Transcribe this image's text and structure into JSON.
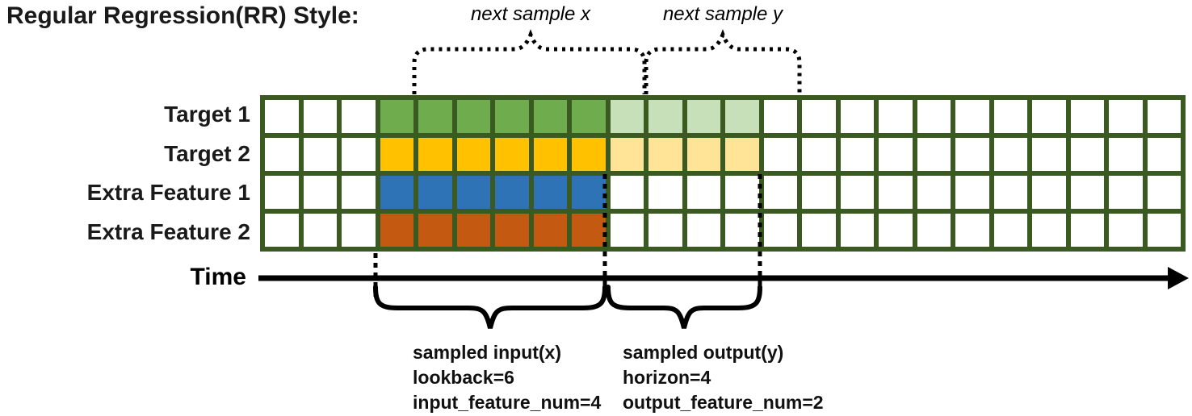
{
  "title": "Regular Regression(RR) Style:",
  "annotations": {
    "next_sample_x": "next sample x",
    "next_sample_y": "next sample y",
    "time_axis": "Time"
  },
  "input_window": {
    "lines": [
      "sampled input(x)",
      "lookback=6",
      "input_feature_num=4"
    ]
  },
  "output_window": {
    "lines": [
      "sampled output(y)",
      "horizon=4",
      "output_feature_num=2"
    ]
  },
  "grid": {
    "total_columns": 24,
    "lookback": 6,
    "horizon": 4,
    "input_columns": {
      "start": 4,
      "end": 9
    },
    "output_columns": {
      "start": 10,
      "end": 13
    },
    "border_color": "#3a5a21",
    "empty_cell_color": "#ffffff",
    "rows": [
      {
        "label": "Target 1",
        "input_color": "#6fac4d",
        "output_color": "#c8e0ba"
      },
      {
        "label": "Target 2",
        "input_color": "#ffc100",
        "output_color": "#ffe497"
      },
      {
        "label": "Extra Feature 1",
        "input_color": "#2e73b5",
        "output_color": null
      },
      {
        "label": "Extra Feature 2",
        "input_color": "#c45a11",
        "output_color": null
      }
    ]
  },
  "line_colors": {
    "annotation_lines": "#000000"
  }
}
